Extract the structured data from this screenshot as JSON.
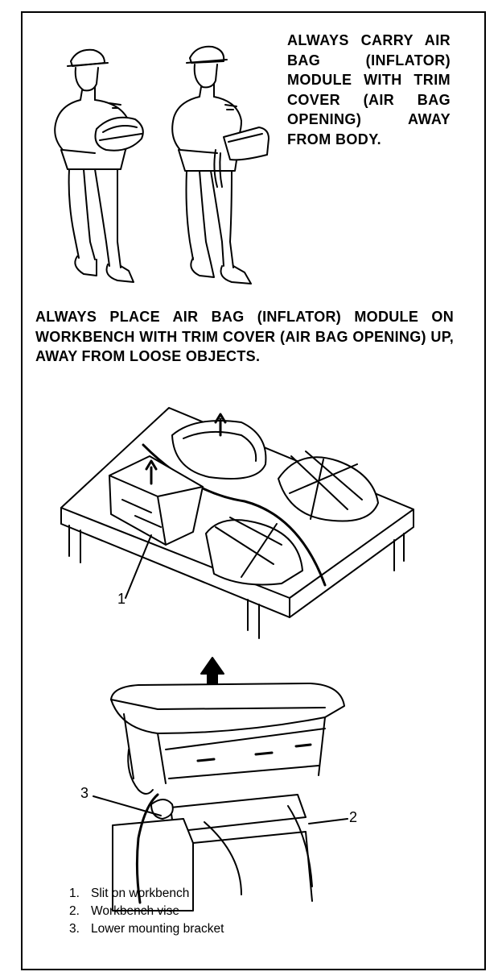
{
  "carry_instruction": "ALWAYS CARRY AIR BAG (INFLATOR) MODULE WITH TRIM COVER (AIR BAG OPENING) AWAY FROM BODY.",
  "place_instruction": "ALWAYS PLACE AIR BAG (INFLATOR) MODULE ON WORKBENCH WITH TRIM COVER (AIR BAG OPENING) UP, AWAY FROM LOOSE OBJECTS.",
  "callouts": {
    "c1": "1",
    "c2": "2",
    "c3": "3"
  },
  "legend": [
    {
      "num": "1.",
      "label": "Slit on workbench"
    },
    {
      "num": "2.",
      "label": "Workbench vise"
    },
    {
      "num": "3.",
      "label": "Lower mounting bracket"
    }
  ]
}
